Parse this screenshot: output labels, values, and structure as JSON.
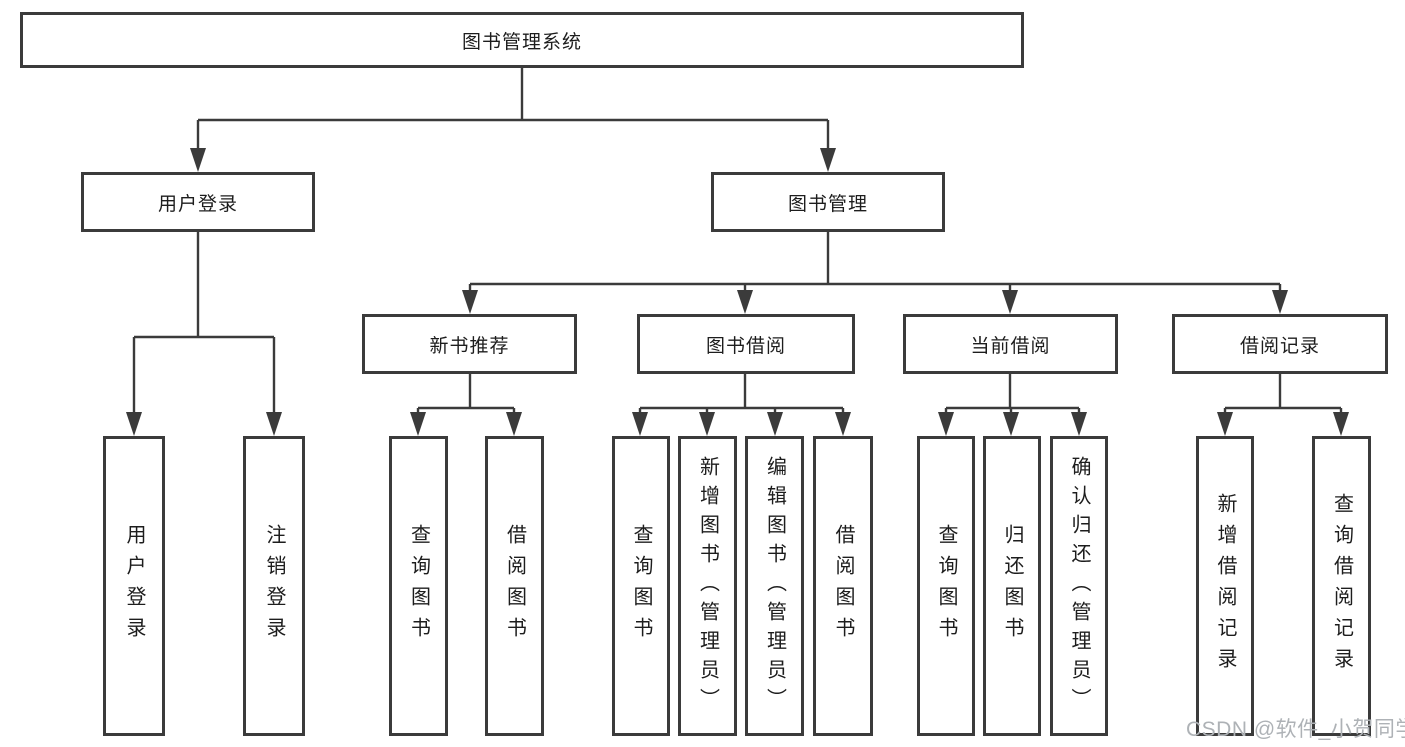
{
  "tree": {
    "label": "图书管理系统",
    "children": [
      {
        "label": "用户登录",
        "children": [
          {
            "label": "用户登录"
          },
          {
            "label": "注销登录"
          }
        ]
      },
      {
        "label": "图书管理",
        "children": [
          {
            "label": "新书推荐",
            "children": [
              {
                "label": "查询图书"
              },
              {
                "label": "借阅图书"
              }
            ]
          },
          {
            "label": "图书借阅",
            "children": [
              {
                "label": "查询图书"
              },
              {
                "label": "新增图书（管理员）"
              },
              {
                "label": "编辑图书（管理员）"
              },
              {
                "label": "借阅图书"
              }
            ]
          },
          {
            "label": "当前借阅",
            "children": [
              {
                "label": "查询图书"
              },
              {
                "label": "归还图书"
              },
              {
                "label": "确认归还（管理员）"
              }
            ]
          },
          {
            "label": "借阅记录",
            "children": [
              {
                "label": "新增借阅记录"
              },
              {
                "label": "查询借阅记录"
              }
            ]
          }
        ]
      }
    ]
  },
  "watermark": {
    "text": "CSDN @软件_小贺同学"
  },
  "colors": {
    "line": "#3b3b3b",
    "text": "#1d1d1d",
    "background": "#ffffff",
    "watermark": "#aeb2b6"
  }
}
